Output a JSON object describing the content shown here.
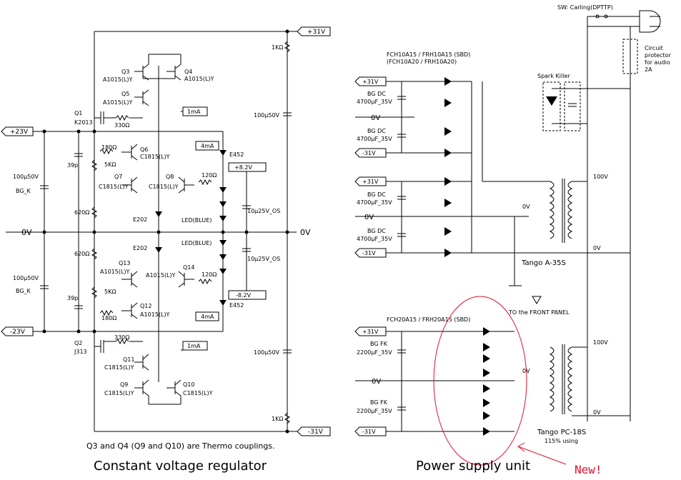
{
  "reg": {
    "p31": "+31V",
    "p23": "+23V",
    "m23": "-23V",
    "m31": "-31V",
    "zl": "0V",
    "zr": "0V",
    "r1k_top": "1KΩ",
    "r1k_bot": "1KΩ",
    "c100_1": "100μ50V",
    "c100_2": "100μ50V",
    "c100bg1": "100μ50V",
    "bgk1": "BG_K",
    "c100bg2": "100μ50V",
    "bgk2": "BG_K",
    "q3": "Q3",
    "q3t": "A1015(L)Y",
    "q4": "Q4",
    "q4t": "A1015(L)Y",
    "q5": "Q5",
    "q5t": "A1015(L)Y",
    "q1": "Q1",
    "q1t": "K2013",
    "r330a": "330Ω",
    "ma1": "1mA",
    "ma4a": "4mA",
    "e452a": "E452",
    "p82": "+8.2V",
    "r180a": "180Ω",
    "q6": "Q6",
    "q6t": "C1815(L)Y",
    "c39a": "39p",
    "r5ka": "5KΩ",
    "q7": "Q7",
    "q7t": "C1815(L)Y",
    "q8": "Q8",
    "q8t": "C1815(L)Y",
    "r120a": "120Ω",
    "cos1": "10μ25V_OS",
    "r620a": "620Ω",
    "e202a": "E202",
    "ledb1": "LED(BLUE)",
    "e202b": "E202",
    "ledb2": "LED(BLUE)",
    "r620b": "620Ω",
    "cos2": "10μ25V_OS",
    "q13": "Q13",
    "q13t": "A1015(L)Y",
    "q14": "Q14",
    "q14t": "A1015(L)Y",
    "r120b": "120Ω",
    "r5kb": "5KΩ",
    "c39b": "39p",
    "q12": "Q12",
    "q12t": "A1015(L)Y",
    "r180b": "180Ω",
    "m82": "-8.2V",
    "e452b": "E452",
    "ma4b": "4mA",
    "q2": "Q2",
    "q2t": "J313",
    "r330b": "330Ω",
    "ma1b": "1mA",
    "q11": "Q11",
    "q11t": "C1815(L)Y",
    "q9": "Q9",
    "q9t": "C1815(L)Y",
    "q10": "Q10",
    "q10t": "C1815(L)Y",
    "note": "Q3 and Q4 (Q9 and Q10) are Thermo couplings.",
    "caption": "Constant voltage regulator"
  },
  "psu": {
    "sw": "SW: Carling(DPTTP)",
    "cp1": "Circuit",
    "cp2": "protector",
    "cp3": "for audio",
    "cp4": "2A",
    "spark": "Spark Killer",
    "sbd1a": "FCH10A15 / FRH10A15  (SBD)",
    "sbd1b": "(FCH10A20 / FRH10A20)",
    "a_p31": "+31V",
    "bg1": "BG  DC",
    "bg1v": "4700μF_35V",
    "a_0v": "0V",
    "bg2": "BG  DC",
    "bg2v": "4700μF_35V",
    "a_m31": "-31V",
    "b_p31": "+31V",
    "bg3": "BG  DC",
    "bg3v": "4700μF_35V",
    "b_0v": "0V",
    "bg4": "BG  DC",
    "bg4v": "4700μF_35V",
    "b_m31": "-31V",
    "ct0v": "0V",
    "ct0v2": "0V",
    "t100v": "100V",
    "tango1": "Tango A-35S",
    "front": "TO the FRONT PANEL",
    "sbd2": "FCH20A15 / FRH20A15  (SBD)",
    "c_p31": "+31V",
    "fk1": "BG  FK",
    "fk1v": "2200μF_35V",
    "c_0v": "0V",
    "fk2": "BG  FK",
    "fk2v": "2200μF_35V",
    "c_m31": "-31V",
    "ct0v3": "0V",
    "t100v2": "100V",
    "ct0v4": "0V",
    "tango2": "Tango PC-18S",
    "using": "115% using",
    "caption": "Power supply unit",
    "new": "New!"
  }
}
